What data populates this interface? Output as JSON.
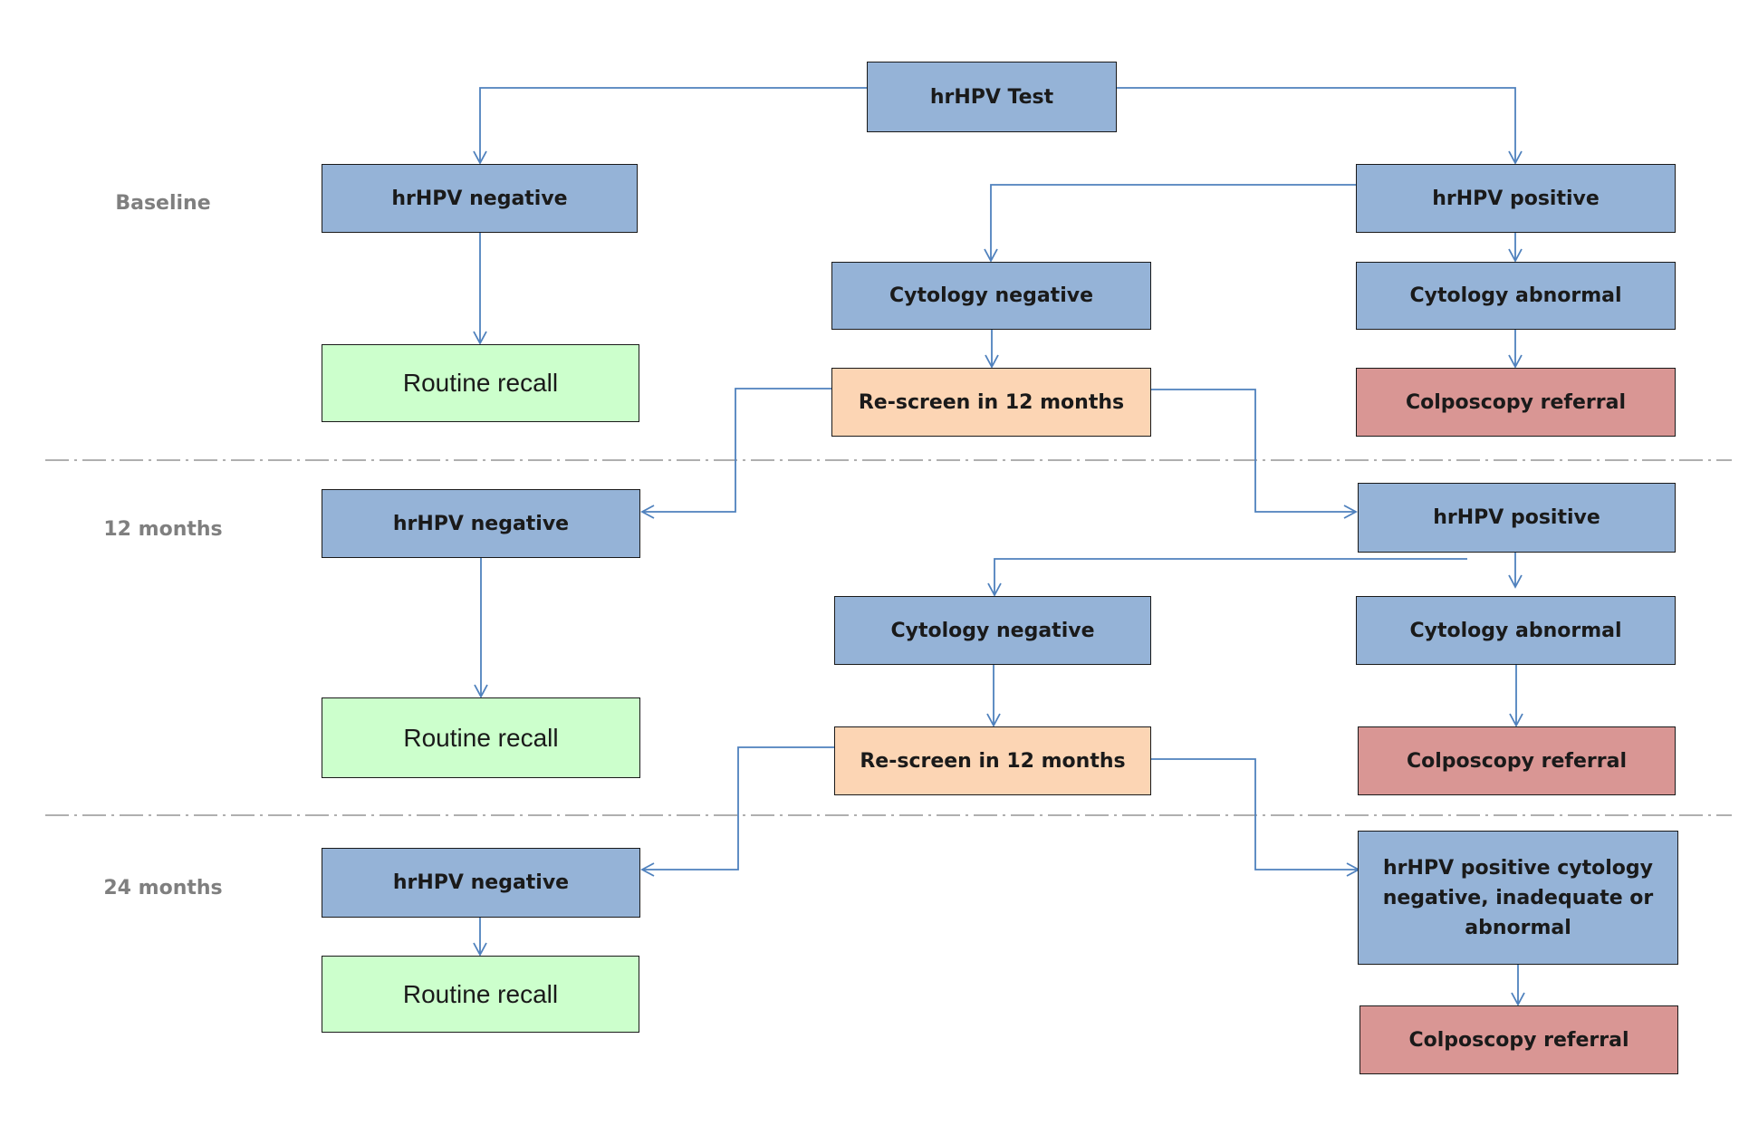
{
  "colors": {
    "test_fill": "#95b3d7",
    "recall_fill": "#ccffcc",
    "rescreen_fill": "#fcd5b4",
    "colposcopy_fill": "#d99694",
    "connector": "#4f81bd",
    "separator": "#7f7f7f"
  },
  "stages": {
    "baseline": "Baseline",
    "months_12": "12 months",
    "months_24": "24 months"
  },
  "nodes": {
    "hrhpv_test": "hrHPV Test",
    "baseline": {
      "negative": "hrHPV negative",
      "recall": "Routine recall",
      "positive": "hrHPV positive",
      "cytology_negative": "Cytology negative",
      "cytology_abnormal": "Cytology abnormal",
      "rescreen": "Re-screen in 12 months",
      "colposcopy": "Colposcopy referral"
    },
    "month_12": {
      "negative": "hrHPV negative",
      "recall": "Routine recall",
      "positive": "hrHPV positive",
      "cytology_negative": "Cytology negative",
      "cytology_abnormal": "Cytology abnormal",
      "rescreen": "Re-screen in 12 months",
      "colposcopy": "Colposcopy referral"
    },
    "month_24": {
      "negative": "hrHPV negative",
      "recall": "Routine recall",
      "positive_any": "hrHPV positive cytology negative, inadequate or abnormal",
      "colposcopy": "Colposcopy referral"
    }
  }
}
